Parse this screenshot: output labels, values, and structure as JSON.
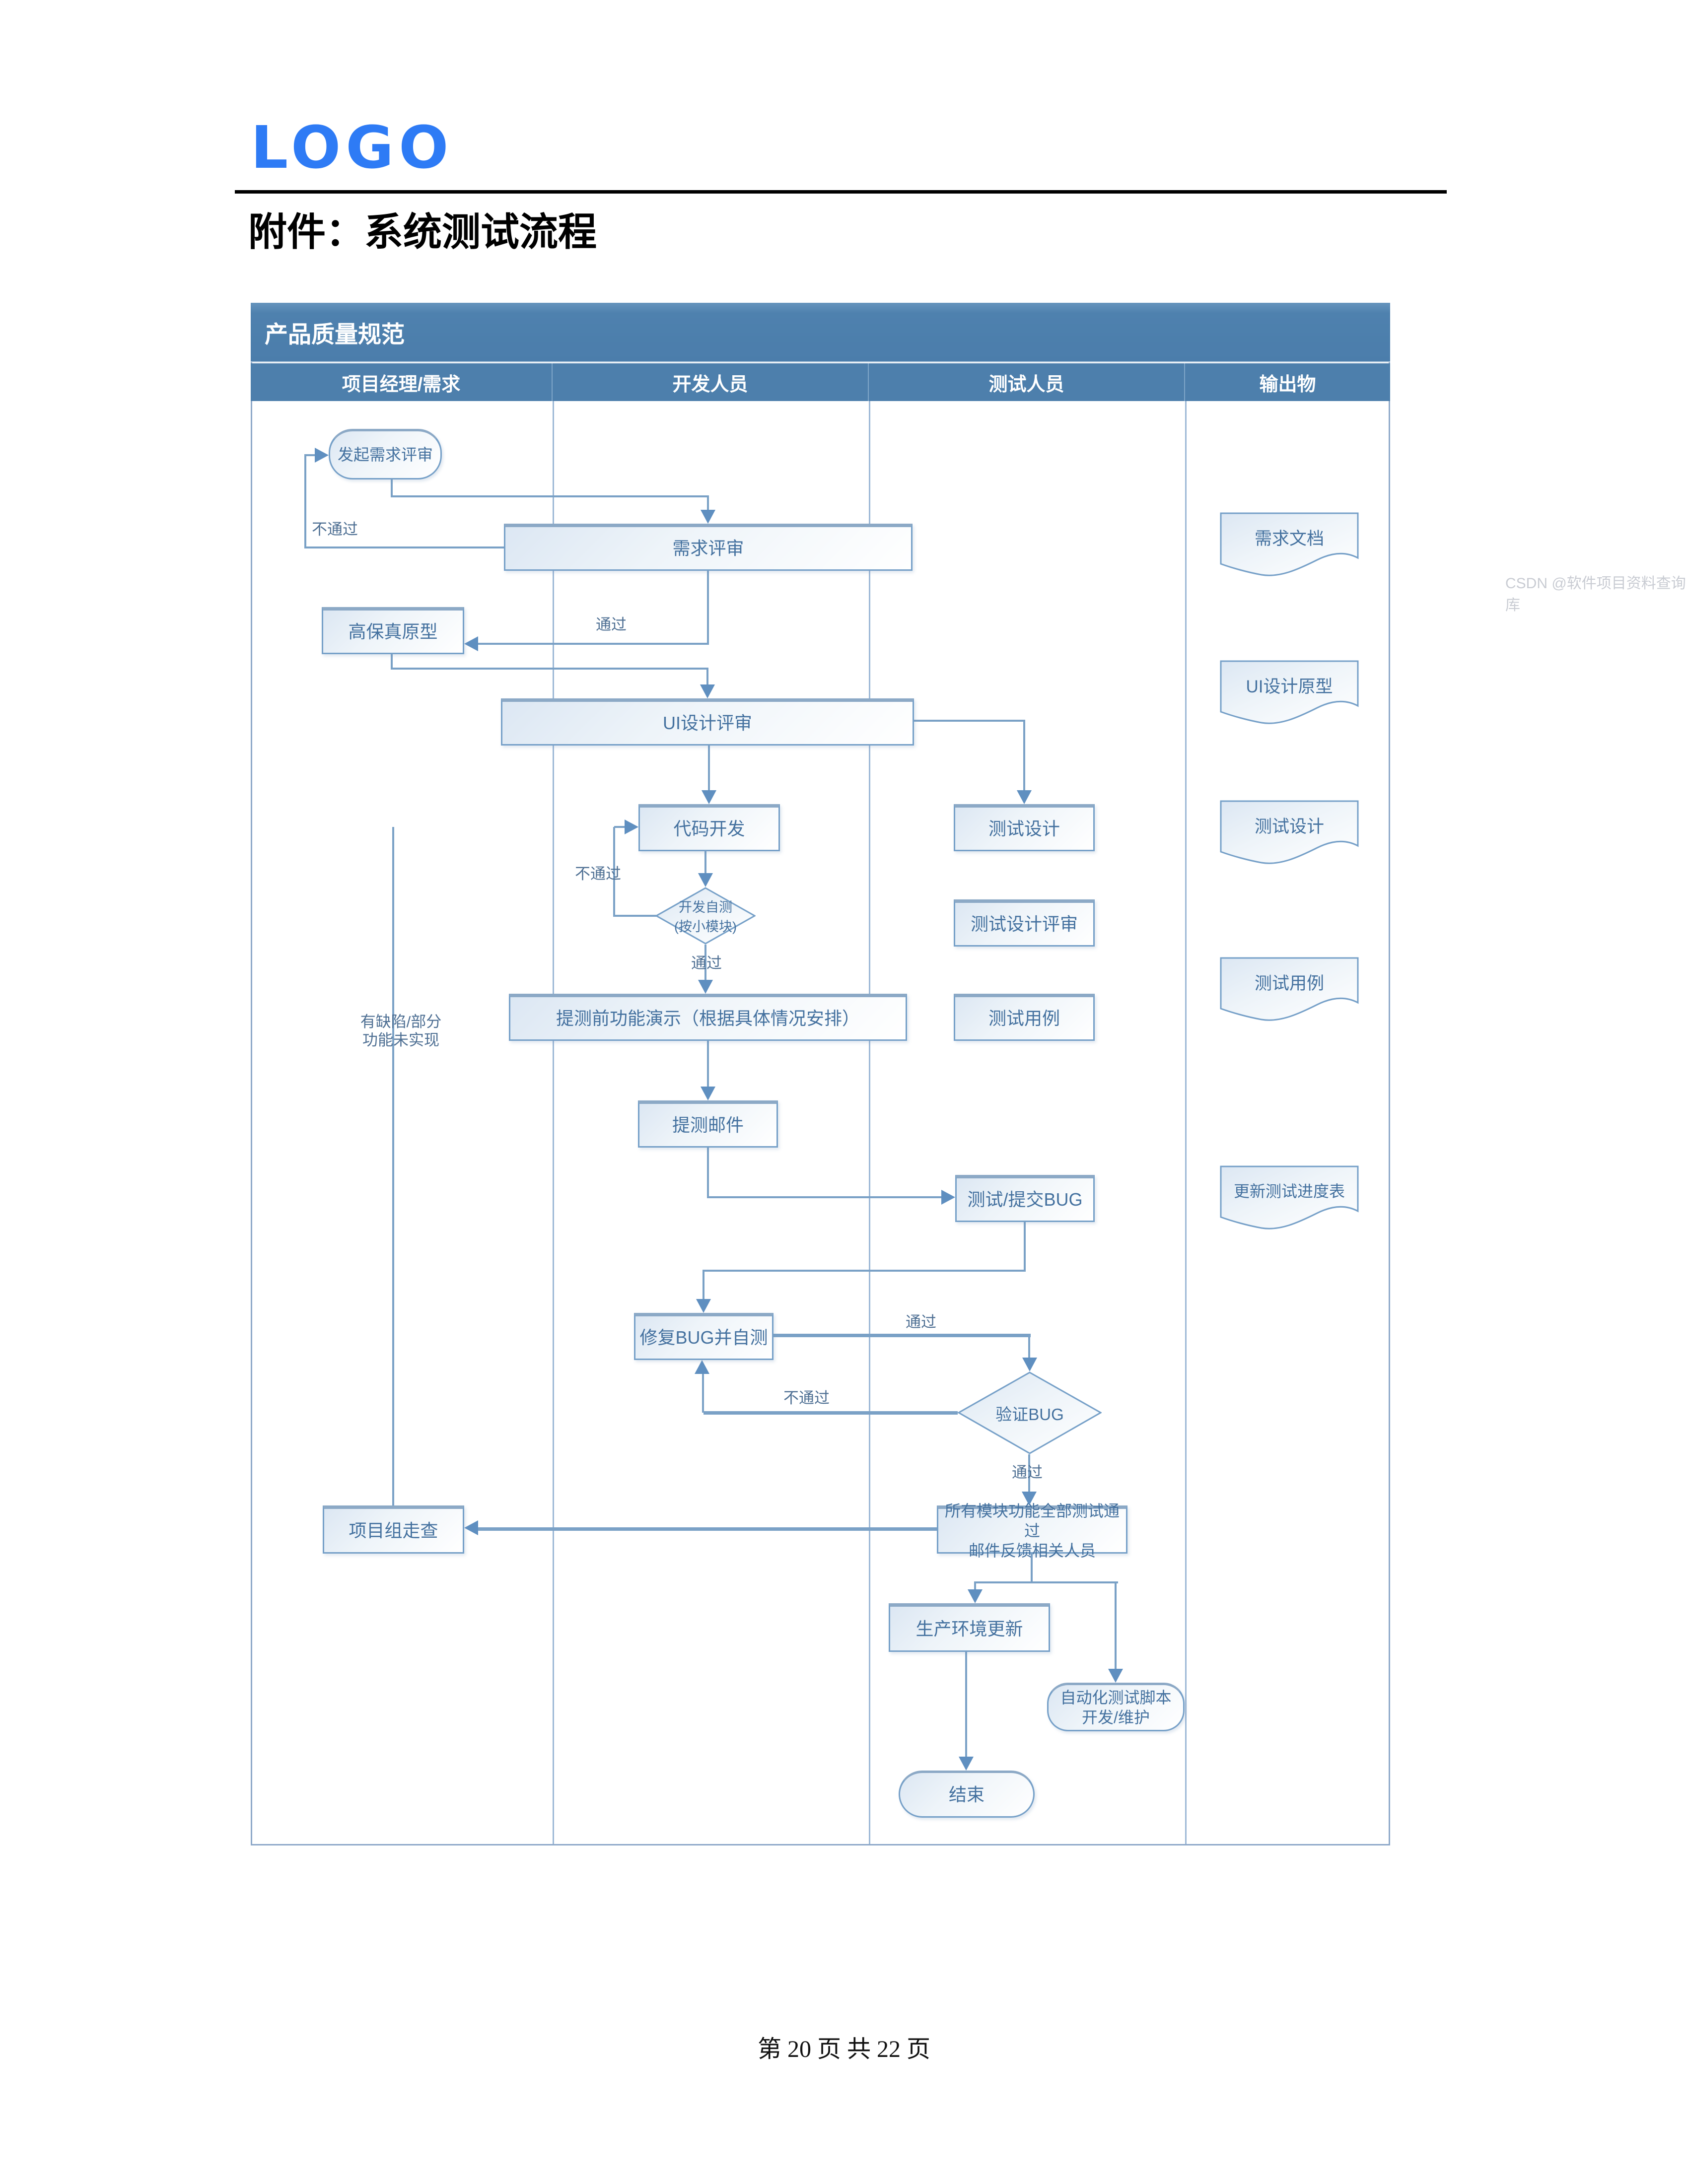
{
  "page": {
    "logo": "LOGO",
    "title": "附件：系统测试流程",
    "footer": "第 20 页 共 22 页",
    "watermark": "CSDN @软件项目资料查询库"
  },
  "colors": {
    "logo_blue": "#2e7bf5",
    "header_blue": "#4e81ae",
    "lane_line": "#9db8d6",
    "connector": "#7aa1c6",
    "node_border": "#76a0c8",
    "node_text": "#44719f",
    "edge_label_text": "#4e6f93",
    "watermark_gray": "#c9ccd3"
  },
  "flowchart": {
    "title": "产品质量规范",
    "lanes": [
      "项目经理/需求",
      "开发人员",
      "测试人员",
      "输出物"
    ],
    "nodes": {
      "start": "发起需求评审",
      "req_review": "需求评审",
      "prototype": "高保真原型",
      "ui_review": "UI设计评审",
      "code_dev": "代码开发",
      "dev_self_test_l1": "开发自测",
      "dev_self_test_l2": "(按小模块)",
      "test_design": "测试设计",
      "test_design_review": "测试设计评审",
      "demo": "提测前功能演示（根据具体情况安排）",
      "test_case": "测试用例",
      "submit_mail": "提测邮件",
      "test_submit_bug": "测试/提交BUG",
      "fix_bug": "修复BUG并自测",
      "verify_bug": "验证BUG",
      "all_pass_l1": "所有模块功能全部测试通过",
      "all_pass_l2": "邮件反馈相关人员",
      "walkthrough": "项目组走查",
      "prod_update": "生产环境更新",
      "auto_script_l1": "自动化测试脚本",
      "auto_script_l2": "开发/维护",
      "end": "结束"
    },
    "outputs": [
      "需求文档",
      "UI设计原型",
      "测试设计",
      "测试用例",
      "更新测试进度表"
    ],
    "labels": {
      "fail1": "不通过",
      "pass1": "通过",
      "fail2": "不通过",
      "pass2": "通过",
      "pass3": "通过",
      "fail3": "不通过",
      "pass4": "通过",
      "defect_l1": "有缺陷/部分",
      "defect_l2": "功能未实现"
    }
  }
}
